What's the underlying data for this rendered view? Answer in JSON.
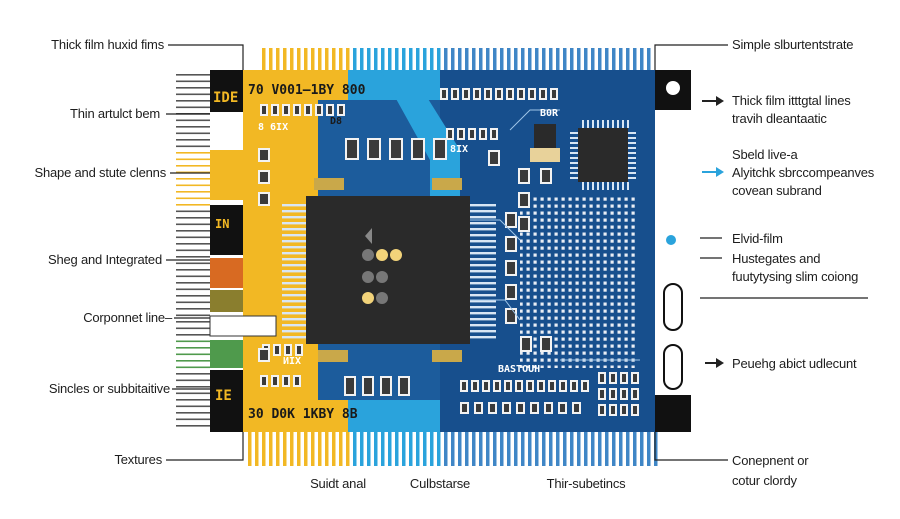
{
  "colors": {
    "board": "#1e5fa0",
    "board_dark": "#124a86",
    "gold": "#f2b824",
    "cyan": "#2aa3dc",
    "chip": "#2a2a2a",
    "orange": "#d86a22",
    "olive": "#8a7e2e",
    "green": "#4f9a4c"
  },
  "labels_left": [
    "Thick film huxid fims",
    "Thin artulct bem",
    "Shape and stute clenns",
    "Sheg and Integrated",
    "Corponnet line–",
    "Sincles or subbitaitive",
    "Textures"
  ],
  "labels_right": [
    "Simple slburtentstrate",
    "Thick film itttgtal lines",
    "travih dleantaatic",
    "Sbeld live-a",
    "Alyitchk sbrccompeanves",
    "covean subrand",
    "Elvid-film",
    "Hustegates and",
    "fuutytysing slim coiong",
    "Peuehg abict udlecunt",
    "Conepnent or",
    "cotur clordy"
  ],
  "labels_bottom": [
    "Suidt anal",
    "Culbstarse",
    "Thir-subetincs"
  ],
  "board_text": {
    "top_banner": "70 V001–1BY 800",
    "bottom_banner": "30 D0K 1KBY 8B",
    "side_top": "IDE",
    "side_mid": "IN",
    "side_bottom": "IE",
    "code_a": "8 6IX",
    "code_b": "D8",
    "code_c": "8IX",
    "code_d": "B0R",
    "code_e": "BASTOUH",
    "code_f": "ИIX"
  },
  "icons": [
    "arrow-right-icon",
    "arrow-right-cyan-icon",
    "chip-icon",
    "mounting-hole-icon"
  ]
}
